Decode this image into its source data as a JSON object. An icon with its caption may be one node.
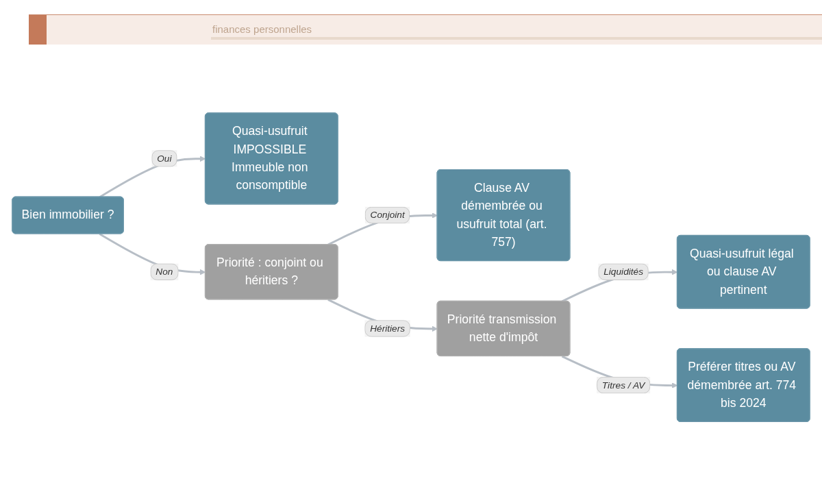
{
  "diagram": {
    "nodes": [
      {
        "text": [
          "Bien immobilier ?"
        ]
      },
      {
        "text": [
          "Quasi-usufruit IMPOSSIBLE Immeuble non consomptible"
        ]
      },
      {
        "text": [
          "Priorité : conjoint ou héritiers ?"
        ]
      },
      {
        "text": [
          "Clause AV démembrée ou usufruit total (art. 757)"
        ]
      },
      {
        "text": [
          "Priorité transmission nette d'impôt"
        ]
      },
      {
        "text": [
          "Quasi-usufruit légal ou clause AV pertinent"
        ]
      },
      {
        "text": [
          "Préférer titres ou AV démembrée art. 774 bis 2024"
        ]
      }
    ],
    "edges": [
      {
        "from": 0,
        "to": 1,
        "arrow": "to",
        "label": "Oui"
      },
      {
        "from": 0,
        "to": 2,
        "arrow": "to",
        "label": "Non"
      },
      {
        "from": 2,
        "to": 3,
        "arrow": "to",
        "label": "Conjoint"
      },
      {
        "from": 2,
        "to": 4,
        "arrow": "to",
        "label": "Héritiers"
      },
      {
        "from": 4,
        "to": 5,
        "arrow": "to",
        "label": "Liquidités"
      },
      {
        "from": 4,
        "to": 6,
        "arrow": "to",
        "label": "Titres / AV"
      }
    ],
    "labels": [
      "finances personnelles"
    ]
  }
}
